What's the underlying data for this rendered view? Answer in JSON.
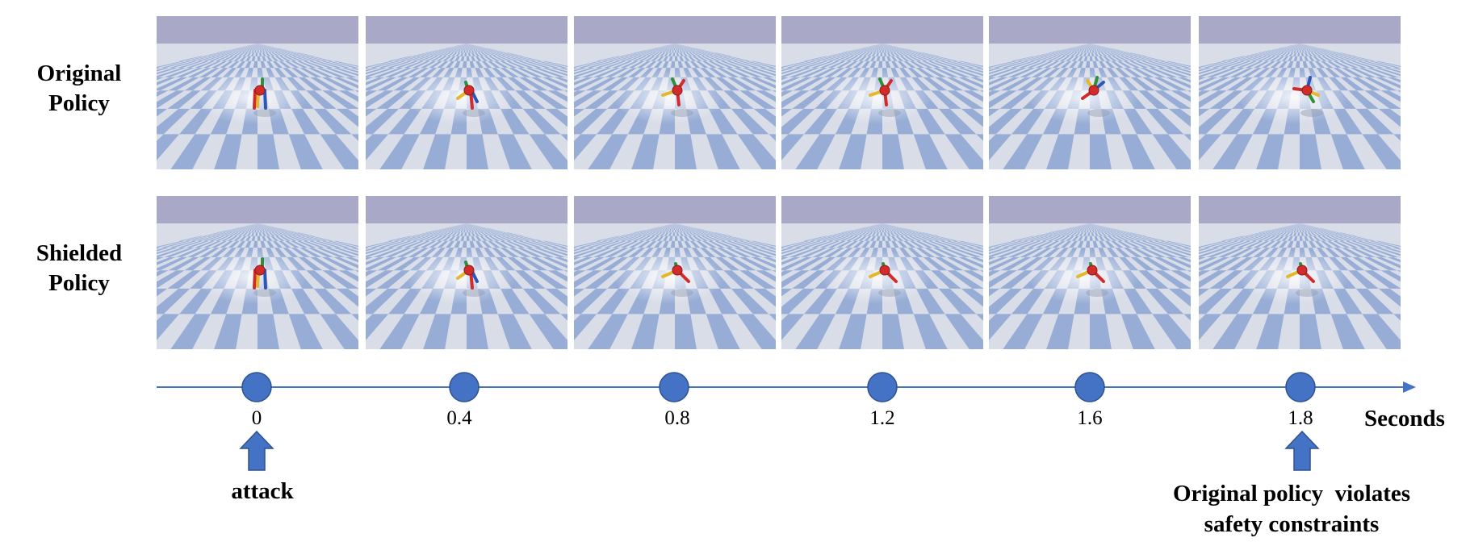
{
  "rows": [
    {
      "label_line1": "Original",
      "label_line2": "Policy"
    },
    {
      "label_line1": "Shielded",
      "label_line2": "Policy"
    }
  ],
  "timeline": {
    "ticks": [
      "0",
      "0.4",
      "0.8",
      "1.2",
      "1.6",
      "1.8"
    ],
    "unit": "Seconds",
    "color": "#4472c4"
  },
  "annotations": {
    "attack": "attack",
    "violation_line1": "Original policy  violates",
    "violation_line2": "safety constraints"
  },
  "scene": {
    "sky_color": "#a9a8c6",
    "tile_light": "#d9dde8",
    "tile_dark": "#97add6",
    "robot_colors": [
      "#d12b2b",
      "#e5b72a",
      "#2f8f3a",
      "#2f55b5"
    ]
  },
  "frames": {
    "original": [
      {
        "pose": "standing"
      },
      {
        "pose": "stepping"
      },
      {
        "pose": "leaning"
      },
      {
        "pose": "leaning"
      },
      {
        "pose": "tipping"
      },
      {
        "pose": "fallen"
      }
    ],
    "shielded": [
      {
        "pose": "standing"
      },
      {
        "pose": "stepping"
      },
      {
        "pose": "walking"
      },
      {
        "pose": "walking"
      },
      {
        "pose": "walking"
      },
      {
        "pose": "walking"
      }
    ]
  }
}
